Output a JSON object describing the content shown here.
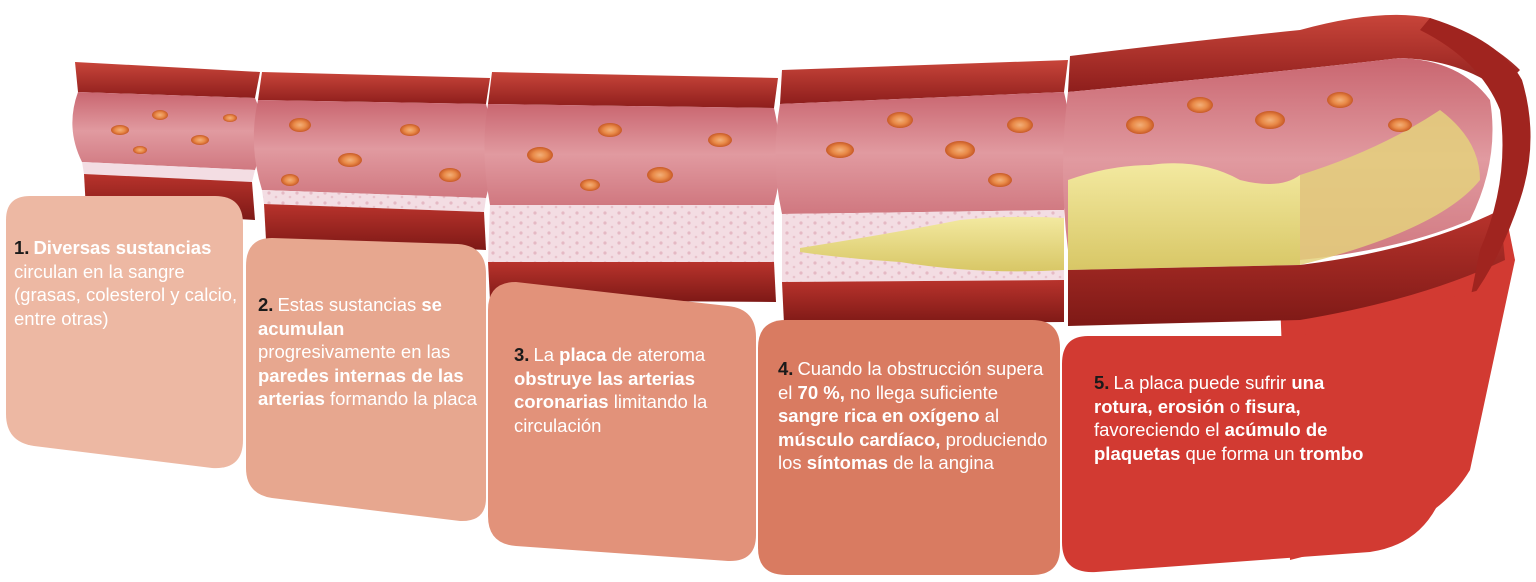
{
  "steps": [
    {
      "number": "1.",
      "color": "#EDB8A3",
      "parts": [
        {
          "t": "Diversas sustancias",
          "b": true
        },
        {
          "t": " circulan en la sangre (grasas, colesterol y calcio, entre otras)",
          "b": false
        }
      ]
    },
    {
      "number": "2.",
      "color": "#E7A78F",
      "parts": [
        {
          "t": "Estas sustancias ",
          "b": false
        },
        {
          "t": "se acumulan",
          "b": true
        },
        {
          "t": " progresivamente en las ",
          "b": false
        },
        {
          "t": "paredes internas de las arterias",
          "b": true
        },
        {
          "t": " formando la placa",
          "b": false
        }
      ]
    },
    {
      "number": "3.",
      "color": "#E2927A",
      "parts": [
        {
          "t": "La ",
          "b": false
        },
        {
          "t": "placa",
          "b": true
        },
        {
          "t": " de ateroma ",
          "b": false
        },
        {
          "t": "obstruye las arterias coronarias",
          "b": true
        },
        {
          "t": " limitando la circulación",
          "b": false
        }
      ]
    },
    {
      "number": "4.",
      "color": "#D97B61",
      "parts": [
        {
          "t": "Cuando la obstrucción supera el ",
          "b": false
        },
        {
          "t": "70 %,",
          "b": true
        },
        {
          "t": " no llega suficiente ",
          "b": false
        },
        {
          "t": "sangre rica en oxígeno",
          "b": true
        },
        {
          "t": " al ",
          "b": false
        },
        {
          "t": "músculo cardíaco,",
          "b": true
        },
        {
          "t": " produciendo los ",
          "b": false
        },
        {
          "t": "síntomas",
          "b": true
        },
        {
          "t": " de la angina",
          "b": false
        }
      ]
    },
    {
      "number": "5.",
      "color": "#D23A32",
      "parts": [
        {
          "t": "La placa puede sufrir ",
          "b": false
        },
        {
          "t": "una rotura, erosión",
          "b": true
        },
        {
          "t": " o ",
          "b": false
        },
        {
          "t": "fisura,",
          "b": true
        },
        {
          "t": " favoreciendo el ",
          "b": false
        },
        {
          "t": "acúmulo de plaquetas",
          "b": true
        },
        {
          "t": " que forma un ",
          "b": false
        },
        {
          "t": "trombo",
          "b": true
        }
      ]
    }
  ],
  "illustration": {
    "colors": {
      "vessel_wall": "#B8332C",
      "vessel_wall_dark": "#8E1E1C",
      "lumen": "#D9848B",
      "plaque_yellow": "#E9DC84",
      "fatty_layer": "#F2DCE2",
      "blood_cell": "#E07A3C"
    }
  }
}
